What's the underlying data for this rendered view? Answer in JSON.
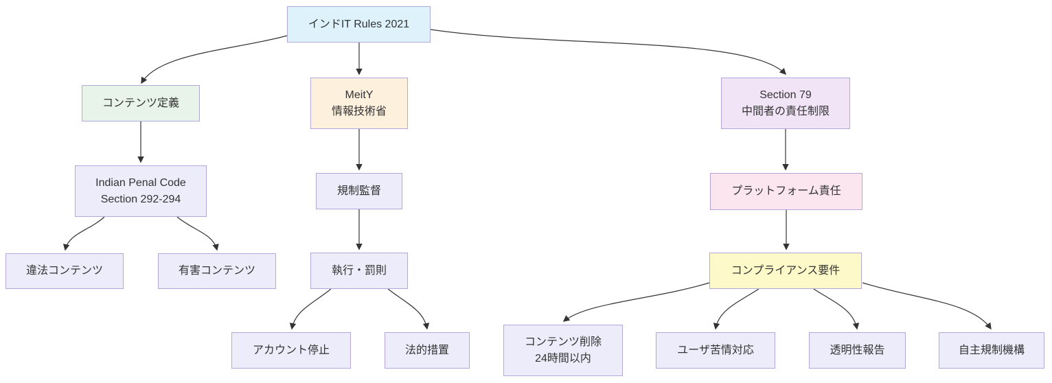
{
  "diagram": {
    "type": "flowchart-top-down",
    "edge_color": "#333333",
    "node_border_color": "#b3a6d8",
    "palette": {
      "default_fill": "#ececfa",
      "root_fill": "#def2fb",
      "definition_fill": "#e8f4e9",
      "ministry_fill": "#fdf0dd",
      "section79_fill": "#f0e4f6",
      "platform_fill": "#fbe6f0",
      "compliance_fill": "#fdf9c9"
    },
    "nodes": {
      "root": {
        "lines": [
          "インドIT Rules 2021"
        ]
      },
      "content_def": {
        "lines": [
          "コンテンツ定義"
        ]
      },
      "meity": {
        "lines": [
          "MeitY",
          "情報技術省"
        ]
      },
      "section79": {
        "lines": [
          "Section 79",
          "中間者の責任制限"
        ]
      },
      "ipc": {
        "lines": [
          "Indian Penal Code",
          "Section 292-294"
        ]
      },
      "illegal": {
        "lines": [
          "違法コンテンツ"
        ]
      },
      "harmful": {
        "lines": [
          "有害コンテンツ"
        ]
      },
      "oversight": {
        "lines": [
          "規制監督"
        ]
      },
      "enforcement": {
        "lines": [
          "執行・罰則"
        ]
      },
      "account_susp": {
        "lines": [
          "アカウント停止"
        ]
      },
      "legal_action": {
        "lines": [
          "法的措置"
        ]
      },
      "platform": {
        "lines": [
          "プラットフォーム責任"
        ]
      },
      "compliance": {
        "lines": [
          "コンプライアンス要件"
        ]
      },
      "removal": {
        "lines": [
          "コンテンツ削除",
          "24時間以内"
        ]
      },
      "grievance": {
        "lines": [
          "ユーザ苦情対応"
        ]
      },
      "transparency": {
        "lines": [
          "透明性報告"
        ]
      },
      "self_reg": {
        "lines": [
          "自主規制機構"
        ]
      }
    },
    "edges": [
      {
        "from": "root",
        "to": "content_def"
      },
      {
        "from": "root",
        "to": "meity"
      },
      {
        "from": "root",
        "to": "section79"
      },
      {
        "from": "content_def",
        "to": "ipc"
      },
      {
        "from": "ipc",
        "to": "illegal"
      },
      {
        "from": "ipc",
        "to": "harmful"
      },
      {
        "from": "meity",
        "to": "oversight"
      },
      {
        "from": "oversight",
        "to": "enforcement"
      },
      {
        "from": "enforcement",
        "to": "account_susp"
      },
      {
        "from": "enforcement",
        "to": "legal_action"
      },
      {
        "from": "section79",
        "to": "platform"
      },
      {
        "from": "platform",
        "to": "compliance"
      },
      {
        "from": "compliance",
        "to": "removal"
      },
      {
        "from": "compliance",
        "to": "grievance"
      },
      {
        "from": "compliance",
        "to": "transparency"
      },
      {
        "from": "compliance",
        "to": "self_reg"
      }
    ]
  }
}
